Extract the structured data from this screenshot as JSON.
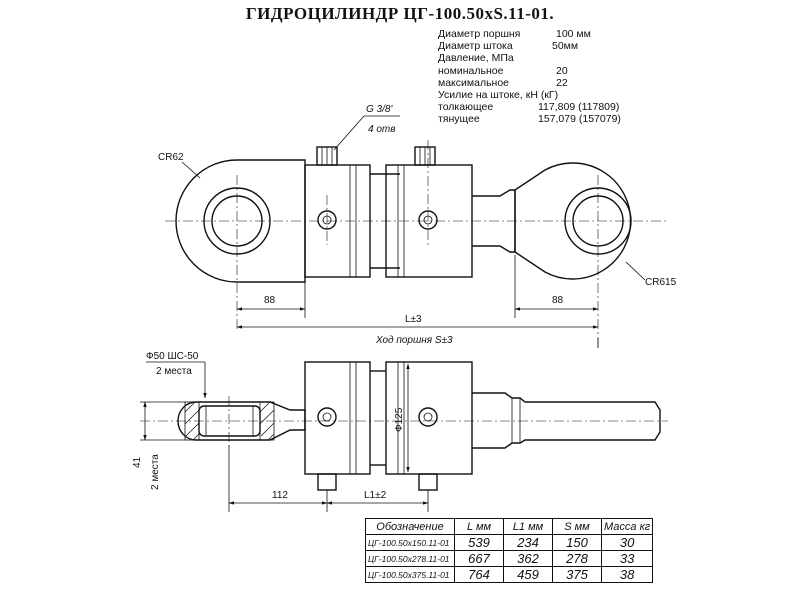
{
  "title": "ГИДРОЦИЛИНДР ЦГ-100.50хS.11-01.",
  "specs": [
    {
      "label": "Диаметр поршня",
      "value": "100 мм"
    },
    {
      "label": "Диаметр штока",
      "value": "50мм"
    },
    {
      "label": "Давление, МПа",
      "value": ""
    },
    {
      "label": "номинальное",
      "value": "20"
    },
    {
      "label": "максимальное",
      "value": "22"
    },
    {
      "label": "Усилие на штоке, кН (кГ)",
      "value": ""
    },
    {
      "label": "толкающее",
      "value": "117,809 (117809)"
    },
    {
      "label": "тянущее",
      "value": "157,079 (157079)"
    }
  ],
  "annotations": {
    "port_thread": "G 3/8'",
    "port_count": "4 отв",
    "radius_left": "CR62",
    "radius_right": "CR615",
    "dim_88_left": "88",
    "dim_88_right": "88",
    "dim_L": "L±3",
    "stroke": "Ход поршня S±3",
    "bore_top": "Ф50 ШС-50",
    "bore_places": "2 места",
    "dim_41": "41",
    "dim_41_places": "2 места",
    "dim_125": "Ф125",
    "dim_112": "112",
    "dim_L1": "L1±2"
  },
  "table": {
    "headers": [
      "Обозначение",
      "L мм",
      "L1 мм",
      "S мм",
      "Масса кг"
    ],
    "rows": [
      [
        "ЦГ-100.50х150.11-01",
        "539",
        "234",
        "150",
        "30"
      ],
      [
        "ЦГ-100.50х278.11-01",
        "667",
        "362",
        "278",
        "33"
      ],
      [
        "ЦГ-100.50х375.11-01",
        "764",
        "459",
        "375",
        "38"
      ]
    ]
  }
}
